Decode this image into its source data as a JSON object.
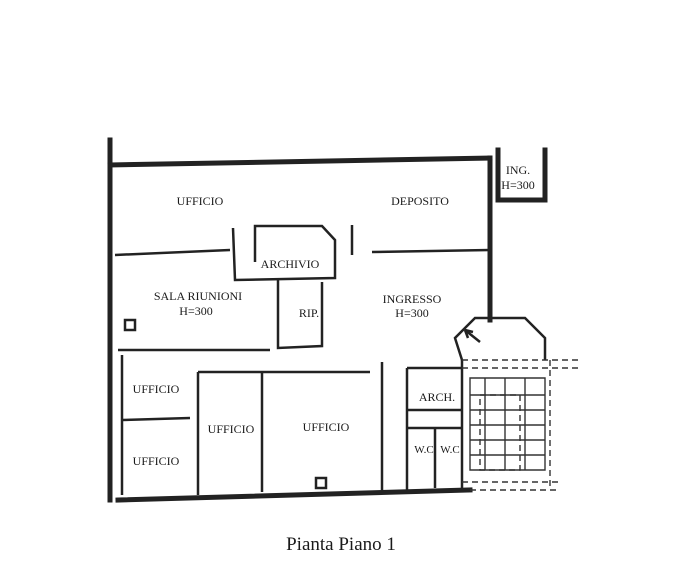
{
  "rooms": {
    "ufficio_top": "UFFICIO",
    "deposito": "DEPOSITO",
    "ing_small": "ING.",
    "ing_small_height": "H=300",
    "archivio": "ARCHIVIO",
    "sala_riunioni": "SALA RIUNIONI",
    "sala_riunioni_height": "H=300",
    "rip": "RIP.",
    "ingresso": "INGRESSO",
    "ingresso_height": "H=300",
    "ufficio_left_upper": "UFFICIO",
    "ufficio_left_lower": "UFFICIO",
    "ufficio_mid": "UFFICIO",
    "ufficio_center": "UFFICIO",
    "arch": "ARCH.",
    "wc1": "W.C",
    "wc2": "W.C"
  },
  "caption": "Pianta Piano 1"
}
